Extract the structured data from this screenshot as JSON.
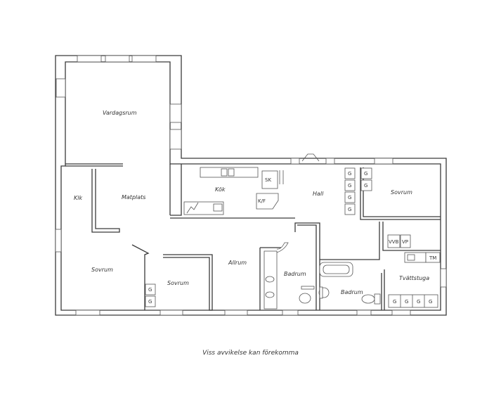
{
  "rooms": {
    "vardagsrum": "Vardagsrum",
    "matplats": "Matplats",
    "klk": "Klk",
    "kok": "Kök",
    "sk": "SK",
    "kf": "K/F",
    "hall": "Hall",
    "sovrum_ne": "Sovrum",
    "sovrum_sw": "Sovrum",
    "sovrum_s": "Sovrum",
    "allrum": "Allrum",
    "badrum_1": "Badrum",
    "badrum_2": "Badrum",
    "tvattstuga": "Tvättstuga",
    "vvb": "VVB",
    "vp": "VP",
    "tm": "TM"
  },
  "wardrobe_label": "G",
  "caption": "Viss avvikelse kan förekomma"
}
